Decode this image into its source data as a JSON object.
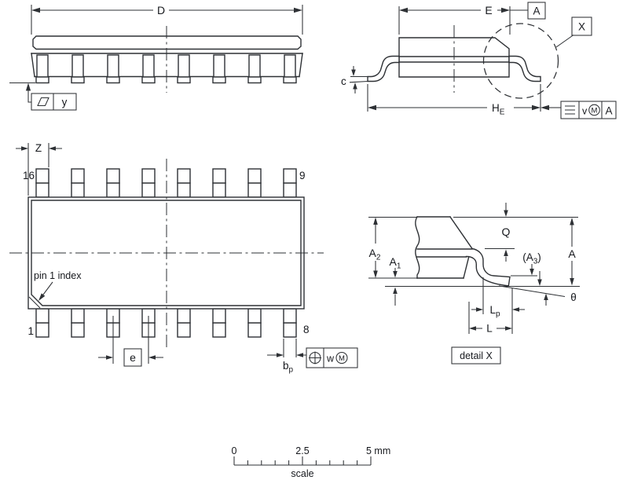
{
  "page": {
    "background": "#ffffff",
    "line_color": "#2e3135",
    "text_color": "#16181d"
  },
  "symbols": {
    "seating_plane_datum": "parallelogram-icon",
    "coplanarity": "triple-bar-icon",
    "true_position": "crosshair-circle-icon",
    "material_condition": "circled-m-icon"
  },
  "views": {
    "side": {
      "name": "side view",
      "dim_d": "D",
      "datum_y_label": "y"
    },
    "end": {
      "name": "end view",
      "dim_e": "E",
      "dim_c": "c",
      "dim_he": {
        "base": "H",
        "sub": "E"
      },
      "datum_a_label": "A",
      "detail_marker_label": "X",
      "coplanarity_box": {
        "value": "v",
        "modifier": "M",
        "datum": "A"
      }
    },
    "top": {
      "name": "top view",
      "dim_z": "Z",
      "dim_e": "e",
      "dim_bp": {
        "base": "b",
        "sub": "p"
      },
      "pin1_note": "pin 1 index",
      "pins": {
        "top_left": "16",
        "top_right": "9",
        "bottom_left": "1",
        "bottom_right": "8"
      },
      "position_box": {
        "value": "w",
        "modifier": "M"
      }
    },
    "detail": {
      "name": "detail X",
      "caption": "detail X",
      "dim_a": "A",
      "dim_q": "Q",
      "dim_theta": "θ",
      "dim_l": "L",
      "dim_a1": {
        "base": "A",
        "sub": "1"
      },
      "dim_a2": {
        "base": "A",
        "sub": "2"
      },
      "dim_a3": {
        "open": "(A",
        "sub": "3",
        "close": ")"
      },
      "dim_lp": {
        "base": "L",
        "sub": "p"
      }
    }
  },
  "scale_bar": {
    "tick_0": "0",
    "tick_mid": "2.5",
    "tick_end": "5 mm",
    "caption": "scale"
  }
}
